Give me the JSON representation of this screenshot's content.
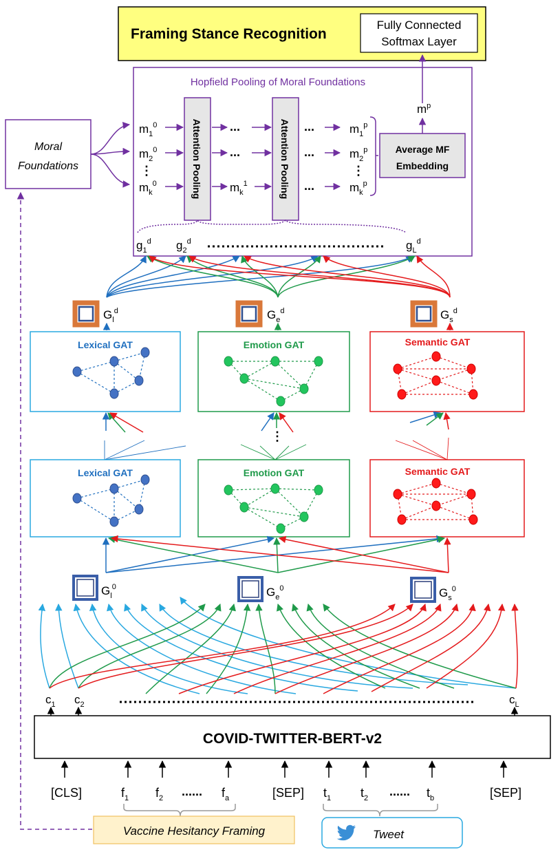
{
  "top_box": {
    "title": "Framing Stance Recognition",
    "fc_line1": "Fully Connected",
    "fc_line2": "Softmax Layer"
  },
  "hopfield": {
    "title": "Hopfield Pooling of Moral Foundations",
    "attention1": "Attention Pooling",
    "attention2": "Attention Pooling",
    "average_line1": "Average MF",
    "average_line2": "Embedding",
    "mp": "m",
    "mp_sup": "p",
    "ellipsis": "...",
    "vdots": "⋮",
    "inputs": [
      {
        "base": "m",
        "sub": "1",
        "sup": "0"
      },
      {
        "base": "m",
        "sub": "2",
        "sup": "0"
      },
      {
        "base": "m",
        "sub": "k",
        "sup": "0"
      }
    ],
    "mid": {
      "base": "m",
      "sub": "k",
      "sup": "1"
    },
    "outputs": [
      {
        "base": "m",
        "sub": "1",
        "sup": "p"
      },
      {
        "base": "m",
        "sub": "2",
        "sup": "p"
      },
      {
        "base": "m",
        "sub": "k",
        "sup": "p"
      }
    ],
    "g_labels": [
      {
        "base": "g",
        "sub": "1",
        "sup": "d"
      },
      {
        "base": "g",
        "sub": "2",
        "sup": "d"
      },
      {
        "base": "g",
        "sub": "L",
        "sup": "d"
      }
    ]
  },
  "moral": {
    "line1": "Moral",
    "line2": "Foundations"
  },
  "gat_top": [
    {
      "title": "Lexical GAT",
      "color": "#1f6fbf"
    },
    {
      "title": "Emotion GAT",
      "color": "#1f9a4a"
    },
    {
      "title": "Semantic GAT",
      "color": "#e41a1c"
    }
  ],
  "gat_bottom": [
    {
      "title": "Lexical GAT",
      "color": "#1f6fbf"
    },
    {
      "title": "Emotion GAT",
      "color": "#1f9a4a"
    },
    {
      "title": "Semantic GAT",
      "color": "#e41a1c"
    }
  ],
  "graph_d": [
    {
      "base": "G",
      "sub": "l",
      "sup": "d"
    },
    {
      "base": "G",
      "sub": "e",
      "sup": "d"
    },
    {
      "base": "G",
      "sub": "s",
      "sup": "d"
    }
  ],
  "graph_0": [
    {
      "base": "G",
      "sub": "l",
      "sup": "0"
    },
    {
      "base": "G",
      "sub": "e",
      "sup": "0"
    },
    {
      "base": "G",
      "sub": "s",
      "sup": "0"
    }
  ],
  "bert": {
    "title": "COVID-TWITTER-BERT-v2",
    "c_labels": [
      {
        "base": "c",
        "sub": "1"
      },
      {
        "base": "c",
        "sub": "2"
      },
      {
        "base": "c",
        "sub": "L"
      }
    ]
  },
  "tokens": {
    "cls": "[CLS]",
    "sep1": "[SEP]",
    "sep2": "[SEP]",
    "dots1": "......",
    "dots2": "......",
    "f": [
      {
        "base": "f",
        "sub": "1"
      },
      {
        "base": "f",
        "sub": "2"
      },
      {
        "base": "f",
        "sub": "a"
      }
    ],
    "t": [
      {
        "base": "t",
        "sub": "1"
      },
      {
        "base": "t",
        "sub": "2"
      },
      {
        "base": "t",
        "sub": "b"
      }
    ]
  },
  "inputs": {
    "framing": "Vaccine Hesitancy Framing",
    "tweet": "Tweet"
  },
  "colors": {
    "purple": "#7030a0",
    "blue": "#1f6fbf",
    "green": "#1f9a4a",
    "red": "#e41a1c",
    "cyan": "#29a8e0",
    "yellow": "#ffff80",
    "orange": "#d9783a",
    "gray": "#e6e6e6"
  }
}
